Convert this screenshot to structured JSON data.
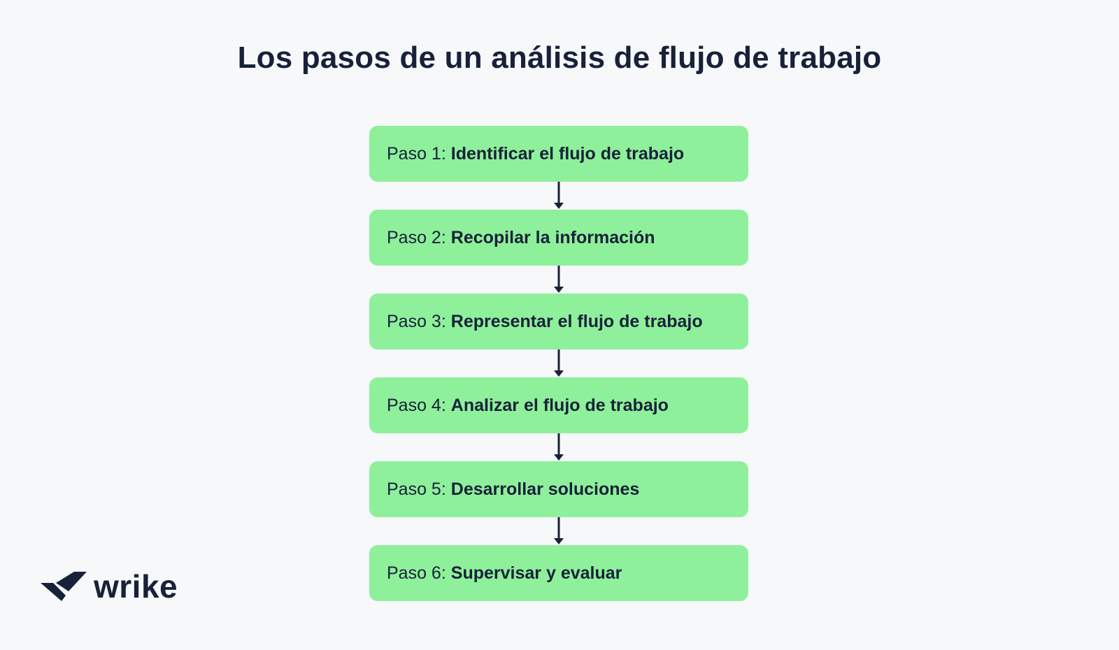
{
  "title": "Los pasos de un análisis de flujo de trabajo",
  "colors": {
    "background": "#f7f8fa",
    "box_fill": "#8ef09b",
    "text": "#18213a",
    "arrow": "#18213a"
  },
  "steps": [
    {
      "prefix": "Paso 1:",
      "label": "Identificar el flujo de trabajo"
    },
    {
      "prefix": "Paso 2:",
      "label": "Recopilar la información"
    },
    {
      "prefix": "Paso 3:",
      "label": "Representar el flujo de trabajo"
    },
    {
      "prefix": "Paso 4:",
      "label": "Analizar el flujo de trabajo"
    },
    {
      "prefix": "Paso 5:",
      "label": "Desarrollar soluciones"
    },
    {
      "prefix": "Paso 6:",
      "label": "Supervisar y evaluar"
    }
  ],
  "logo": {
    "text": "wrike",
    "icon": "wrike-check-icon"
  }
}
